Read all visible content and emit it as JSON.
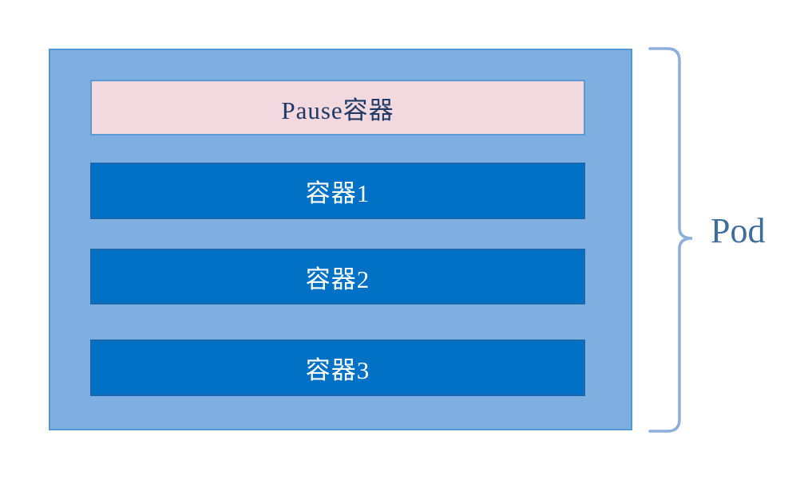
{
  "diagram": {
    "title_semantic": "Kubernetes Pod structure diagram",
    "pod_label": "Pod",
    "pause_container": {
      "label": "Pause容器"
    },
    "containers": [
      {
        "label": "容器1"
      },
      {
        "label": "容器2"
      },
      {
        "label": "容器3"
      }
    ],
    "colors": {
      "pod_fill": "#7FAEE0",
      "pod_border": "#5596D6",
      "pause_fill": "#F2D8DF",
      "pause_border": "#5B9BD5",
      "pause_text": "#1F3864",
      "container_fill": "#0071C5",
      "container_border": "#1A67AE",
      "container_text": "#FFFFFF",
      "brace": "#8FAEDC",
      "pod_label_text": "#3F6E99"
    }
  }
}
